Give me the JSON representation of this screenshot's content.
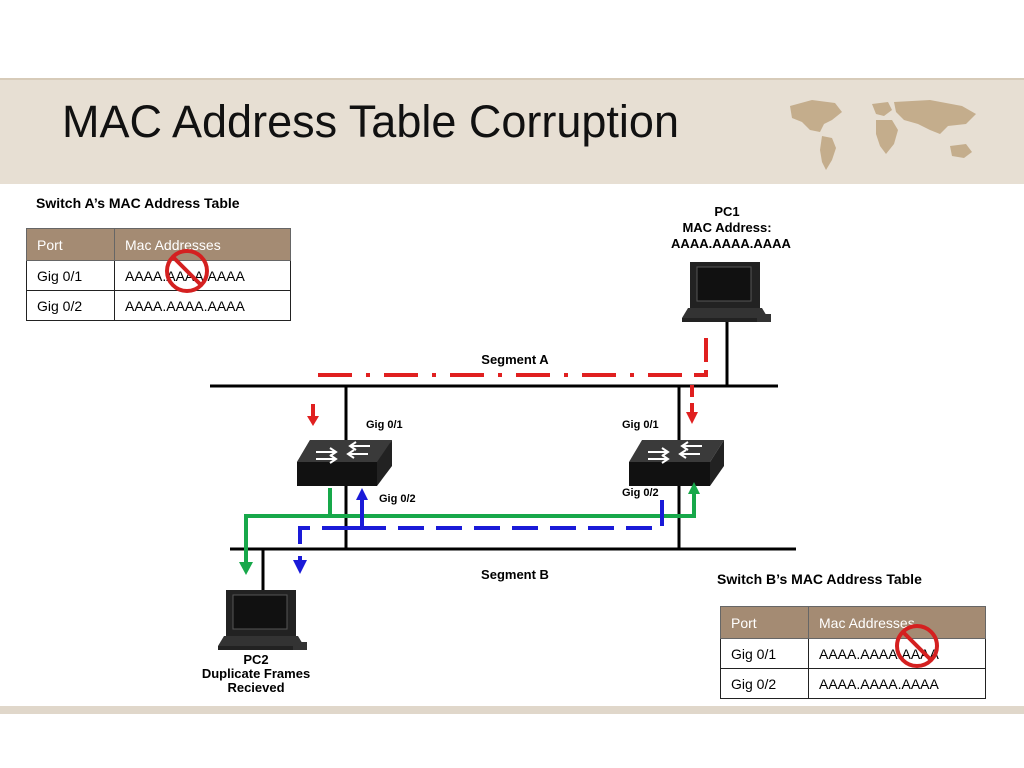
{
  "title": "MAC Address Table Corruption",
  "switch_a_table": {
    "caption": "Switch A’s MAC Address Table",
    "headers": [
      "Port",
      "Mac Addresses"
    ],
    "rows": [
      {
        "port": "Gig 0/1",
        "mac": "AAAA.AAAA.AAAA"
      },
      {
        "port": "Gig 0/2",
        "mac": "AAAA.AAAA.AAAA"
      }
    ]
  },
  "switch_b_table": {
    "caption": "Switch B’s MAC Address Table",
    "headers": [
      "Port",
      "Mac Addresses"
    ],
    "rows": [
      {
        "port": "Gig 0/1",
        "mac": "AAAA.AAAA.AAAA"
      },
      {
        "port": "Gig 0/2",
        "mac": "AAAA.AAAA.AAAA"
      }
    ]
  },
  "diagram": {
    "segment_a": "Segment A",
    "segment_b": "Segment B",
    "pc1": {
      "name": "PC1",
      "mac_label": "MAC Address:",
      "mac": "AAAA.AAAA.AAAA"
    },
    "pc2": {
      "name": "PC2",
      "note_line1": "Duplicate Frames",
      "note_line2": "Recieved"
    },
    "switch_a": {
      "top_port": "Gig 0/1",
      "bottom_port": "Gig 0/2"
    },
    "switch_b": {
      "top_port": "Gig 0/1",
      "bottom_port": "Gig 0/2"
    },
    "colors": {
      "red_path": "#e02020",
      "green_path": "#17a84a",
      "blue_path": "#1a1ad8",
      "no_sign": "#d42020"
    }
  },
  "icons": [
    "world-map-icon",
    "switch-icon",
    "computer-icon",
    "no-sign-icon"
  ]
}
